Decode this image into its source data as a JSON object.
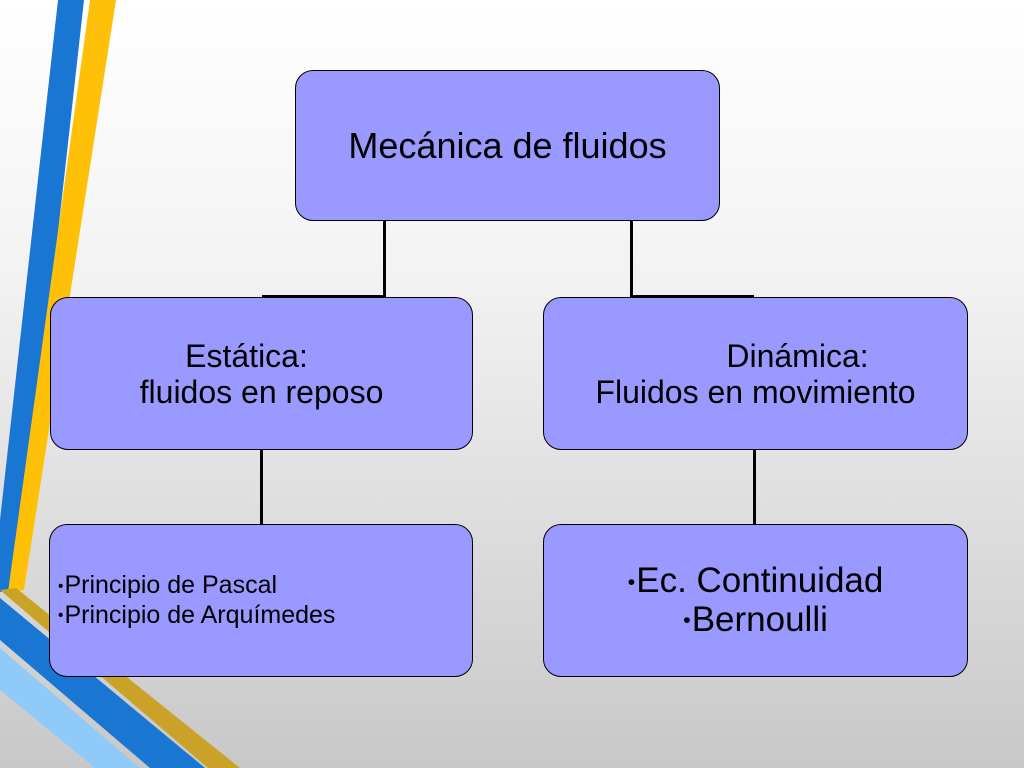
{
  "diagram": {
    "root": {
      "label": "Mecánica de fluidos"
    },
    "branches": [
      {
        "title": "Estática:",
        "subtitle": "fluidos en reposo",
        "items": [
          "Principio de Pascal",
          "Principio de Arquímedes"
        ]
      },
      {
        "title": "Dinámica:",
        "subtitle": "Fluidos en movimiento",
        "items": [
          "Ec. Continuidad",
          "Bernoulli"
        ]
      }
    ],
    "bullet_symbol": "•"
  },
  "colors": {
    "node_fill": "#9999ff",
    "node_border": "#000000",
    "accent_blue": "#1976d2",
    "accent_yellow": "#ffc107",
    "accent_gold": "#c9a227"
  }
}
